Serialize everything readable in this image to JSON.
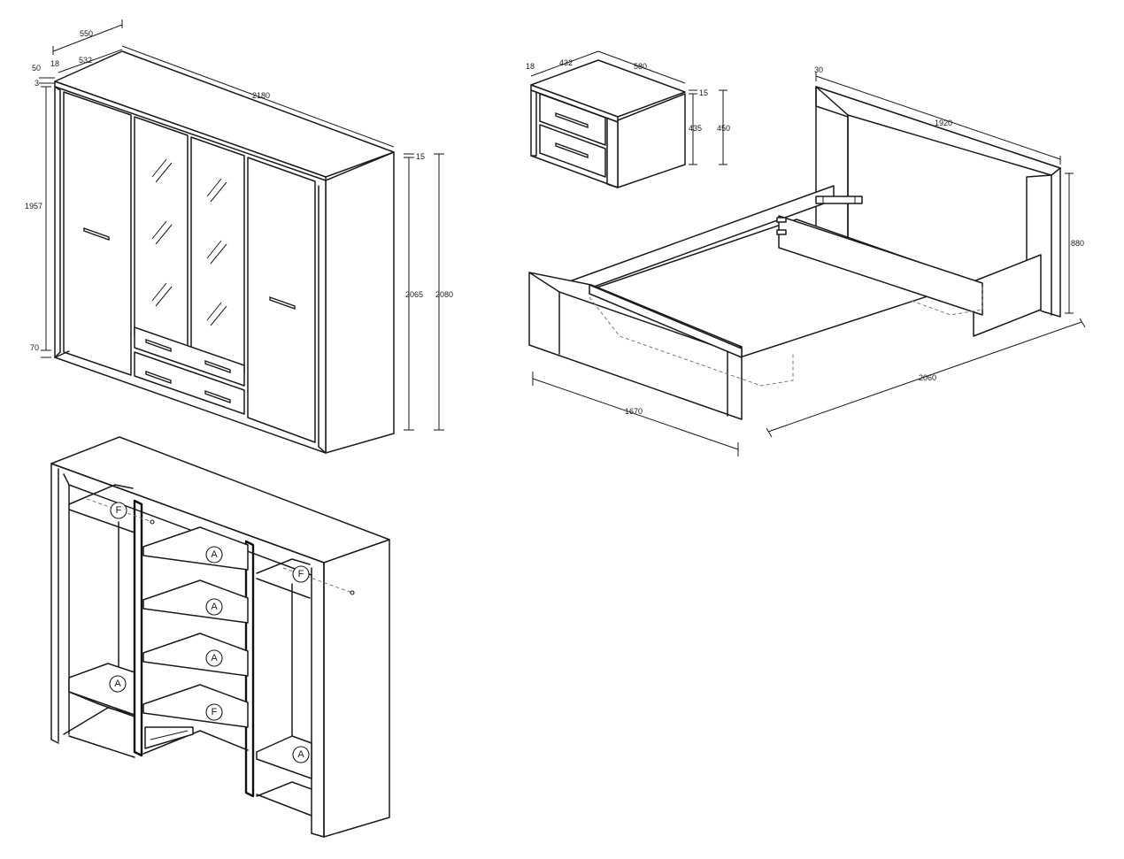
{
  "wardrobe": {
    "dims": {
      "depth_total": "550",
      "front_thickness": "18",
      "depth_body": "532",
      "top_offset": "50",
      "top_gap": "3",
      "width": "2180",
      "inner_height": "1957",
      "bottom_gap": "70",
      "top_panel": "15",
      "body_height": "2065",
      "total_height": "2080"
    }
  },
  "nightstand": {
    "dims": {
      "front_thickness": "18",
      "depth": "432",
      "width": "580",
      "top_panel": "15",
      "body_height": "435",
      "total_height": "450"
    }
  },
  "bed": {
    "dims": {
      "headboard_thickness": "30",
      "headboard_width": "1920",
      "headboard_height": "880",
      "length": "2060",
      "width": "1670"
    }
  },
  "interior": {
    "shelf_label": "A",
    "rail_label": "F"
  }
}
